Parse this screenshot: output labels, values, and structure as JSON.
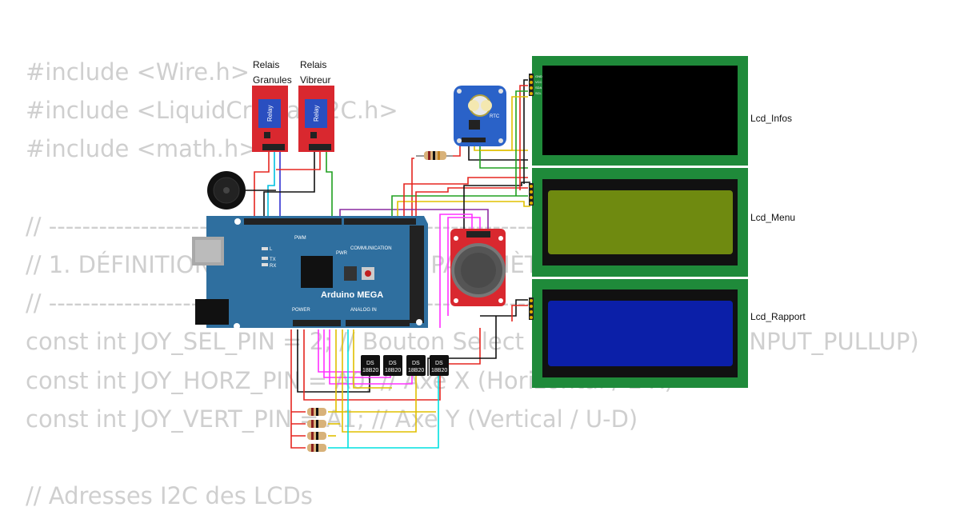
{
  "code_lines": [
    "#include <Wire.h>",
    "#include <LiquidCrystal_I2C.h>",
    "#include <math.h>",
    "",
    "// ----------------------------------------------------------------",
    "// 1. DÉFINITION DES BROCHES ET PARAMÈTRES D'ENTRÉE",
    "// ----------------------------------------------------------------",
    "const int JOY_SEL_PIN = 2; // Bouton Select sur Numérique 2 (INPUT_PULLUP)",
    "const int JOY_HORZ_PIN = A0; // Axe X (Horizontal / L-R)",
    "const int JOY_VERT_PIN = A1; // Axe Y (Vertical / U-D)",
    "",
    "// Adresses I2C des LCDs"
  ],
  "relays": [
    {
      "label_line1": "Relais",
      "label_line2": "Granules",
      "chip_text": "Relay"
    },
    {
      "label_line1": "Relais",
      "label_line2": "Vibreur",
      "chip_text": "Relay"
    }
  ],
  "arduino": {
    "name": "Arduino MEGA",
    "pwm": "PWM",
    "communication": "COMMUNICATION",
    "power": "POWER",
    "analog_in": "ANALOG IN",
    "led_l": "L",
    "led_tx": "TX",
    "led_rx": "RX",
    "pwr": "PWR"
  },
  "rtc_label": "RTC",
  "sensors": [
    {
      "line1": "DS",
      "line2": "18B20"
    },
    {
      "line1": "DS",
      "line2": "18B20"
    },
    {
      "line1": "DS",
      "line2": "18B20"
    },
    {
      "line1": "DS",
      "line2": "18B20"
    }
  ],
  "lcds": [
    {
      "label": "Lcd_Infos",
      "screen_color": "#000000"
    },
    {
      "label": "Lcd_Menu",
      "screen_color": "#6f8a10"
    },
    {
      "label": "Lcd_Rapport",
      "screen_color": "#0b1fa8"
    }
  ],
  "lcd_pins": [
    "GND",
    "VCC",
    "SDA",
    "SCL"
  ],
  "colors": {
    "board": "#2f6f9f",
    "lcd_frame": "#1f8a3a",
    "relay": "#d9282f",
    "rtc": "#2a62c8",
    "code_text": "#cfcfcf"
  }
}
